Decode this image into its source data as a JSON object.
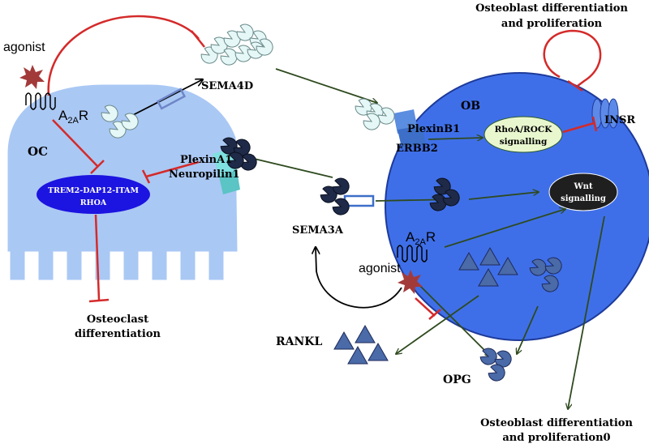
{
  "labels": {
    "agonist_left": "agonist",
    "a2ar_left_main": "A",
    "a2ar_left_sub": "2A",
    "a2ar_left_tail": "R",
    "oc": "OC",
    "trem2_line1": "TREM2-DAP12-ITAM",
    "trem2_line2": "RHOA",
    "osteoclast_line1": "Osteoclast",
    "osteoclast_line2": "differentiation",
    "sema4d": "SEMA4D",
    "plexina1": "PlexinA1",
    "neuropilin1": "Neuropilin1",
    "sema3a": "SEMA3A",
    "top_right_line1": "Osteoblast differentiation",
    "top_right_line2": "and proliferation",
    "ob": "OB",
    "plexinb1": "PlexinB1",
    "erbb2": "ERBB2",
    "rhoa_line1": "RhoA/ROCK",
    "rhoa_line2": "signalling",
    "insr": "INSR",
    "wnt_line1": "Wnt",
    "wnt_line2": "signalling",
    "a2ar_right_main": "A",
    "a2ar_right_sub": "2A",
    "a2ar_right_tail": "R",
    "agonist_right": "agonist",
    "rankl": "RANKL",
    "opg": "OPG",
    "bottom_right_line1": "Osteoblast differentiation",
    "bottom_right_line2": "and proliferation0"
  },
  "colors": {
    "osteoclast_fill": "#aac8f4",
    "osteoblast_fill": "#3f6fe8",
    "osteoblast_stroke": "#1d3a9a",
    "trem2_fill": "#1c14e0",
    "inhibit_red": "#d42a2a",
    "activate_green": "#2e4a1e",
    "sema4d_fill": "#e6f7f7",
    "sema3a_fill": "#1f2a48",
    "rankl_fill": "#4a6aa8",
    "rhoa_fill": "#e9f7cf",
    "wnt_fill": "#1f1f1f",
    "agonist_fill": "#a33a3a"
  }
}
